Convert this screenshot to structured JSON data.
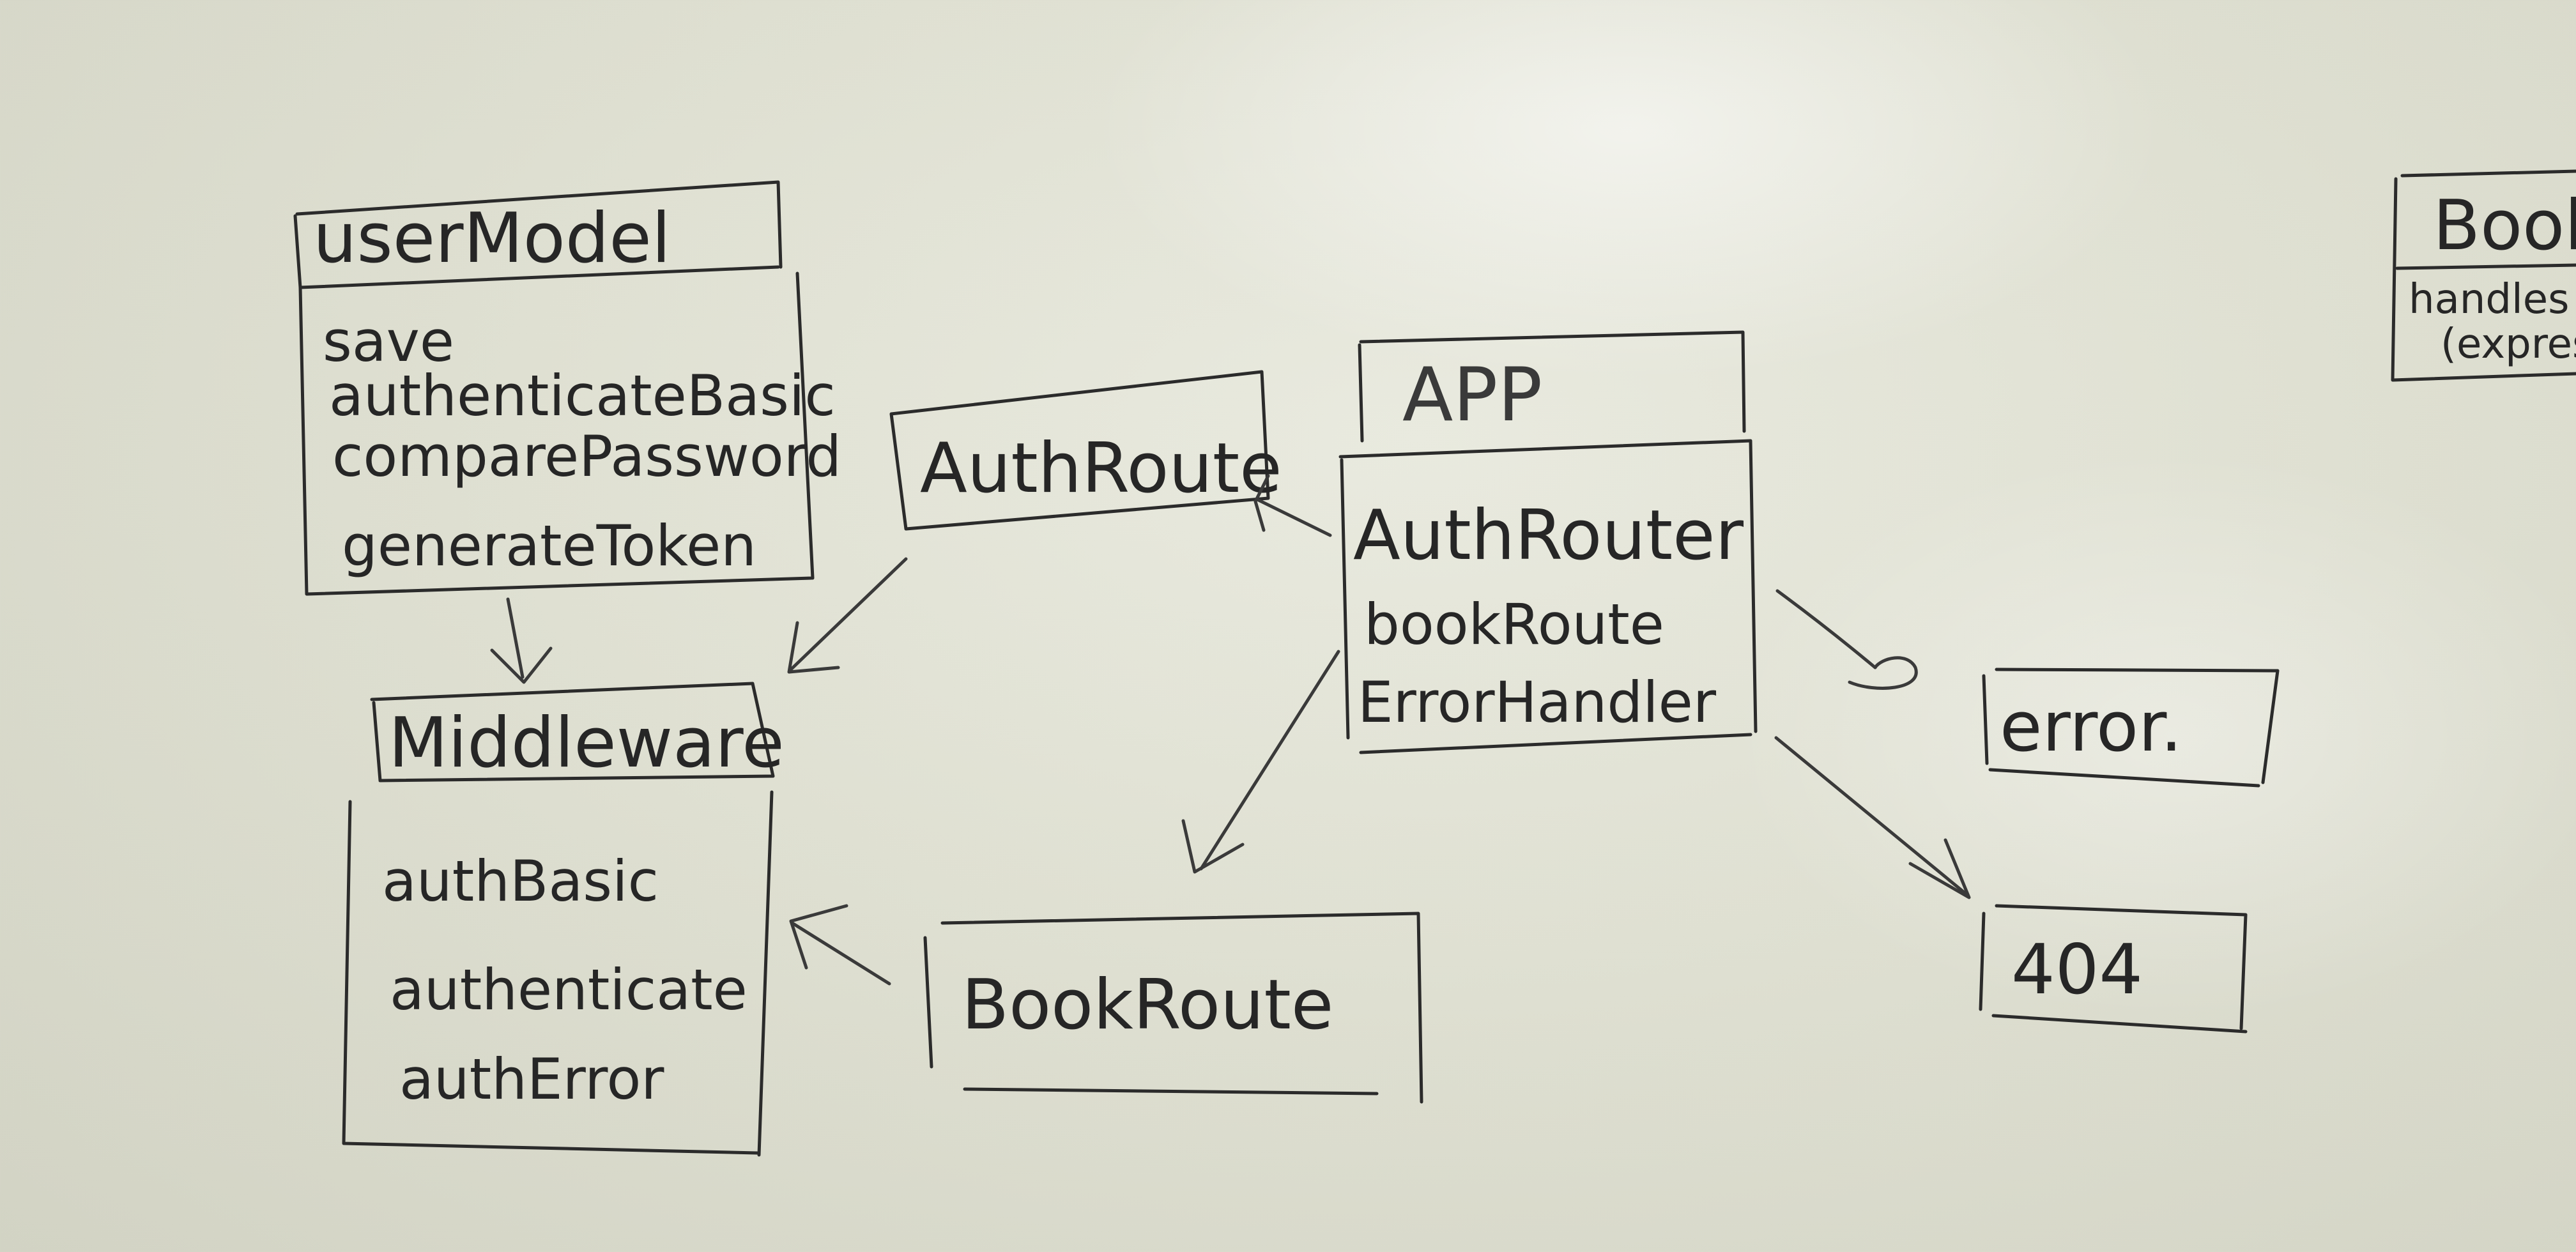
{
  "diagram": {
    "boxes": {
      "user_model": {
        "title": "userModel",
        "items": [
          "save",
          "authenticateBasic",
          "comparePassword",
          "generateToken"
        ]
      },
      "middleware": {
        "title": "Middleware",
        "items": [
          "authBasic",
          "authenticate",
          "authError"
        ]
      },
      "auth_route": {
        "title": "AuthRoute"
      },
      "app": {
        "title": "APP",
        "items": [
          "AuthRouter",
          "bookRoute",
          "ErrorHandler"
        ]
      },
      "book_route": {
        "title": "BookRoute"
      },
      "error": {
        "title": "error."
      },
      "not_found": {
        "title": "404"
      },
      "book_js": {
        "title": "Book.j",
        "items": [
          "handles r",
          "(express)"
        ]
      }
    },
    "edges": [
      {
        "from": "user_model",
        "to": "middleware"
      },
      {
        "from": "auth_route",
        "to": "middleware"
      },
      {
        "from": "app",
        "to": "auth_route"
      },
      {
        "from": "app",
        "to": "book_route"
      },
      {
        "from": "book_route",
        "to": "middleware"
      },
      {
        "from": "app",
        "to": "error"
      },
      {
        "from": "app",
        "to": "not_found"
      }
    ]
  }
}
